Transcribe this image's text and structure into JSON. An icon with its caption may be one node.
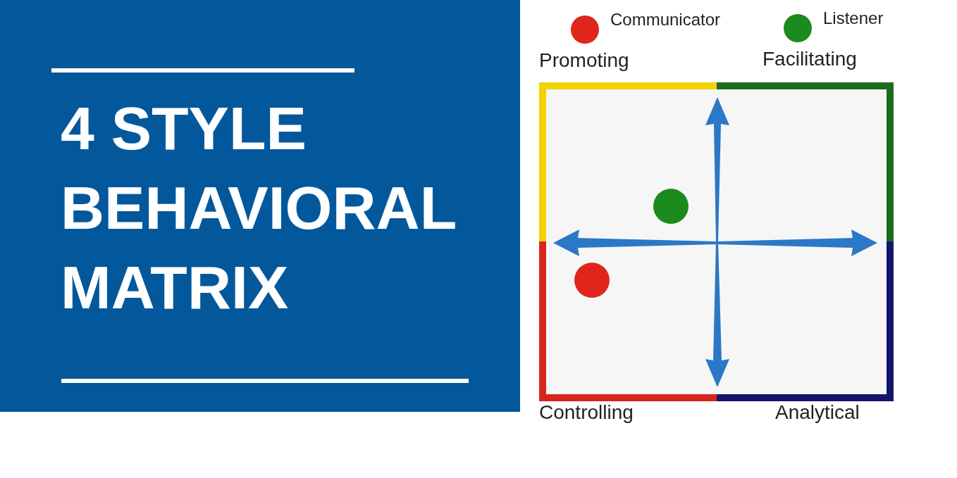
{
  "diagram": {
    "title": "4 STYLE BEHAVIORAL MATRIX",
    "labels": [
      "Promoting",
      "Facilitating",
      "Controlling",
      "Analytical"
    ],
    "legend": [
      {
        "text": "Communicator",
        "color": "#e0261b"
      },
      {
        "text": "Listener",
        "color": "#1c8a1c"
      }
    ]
  }
}
